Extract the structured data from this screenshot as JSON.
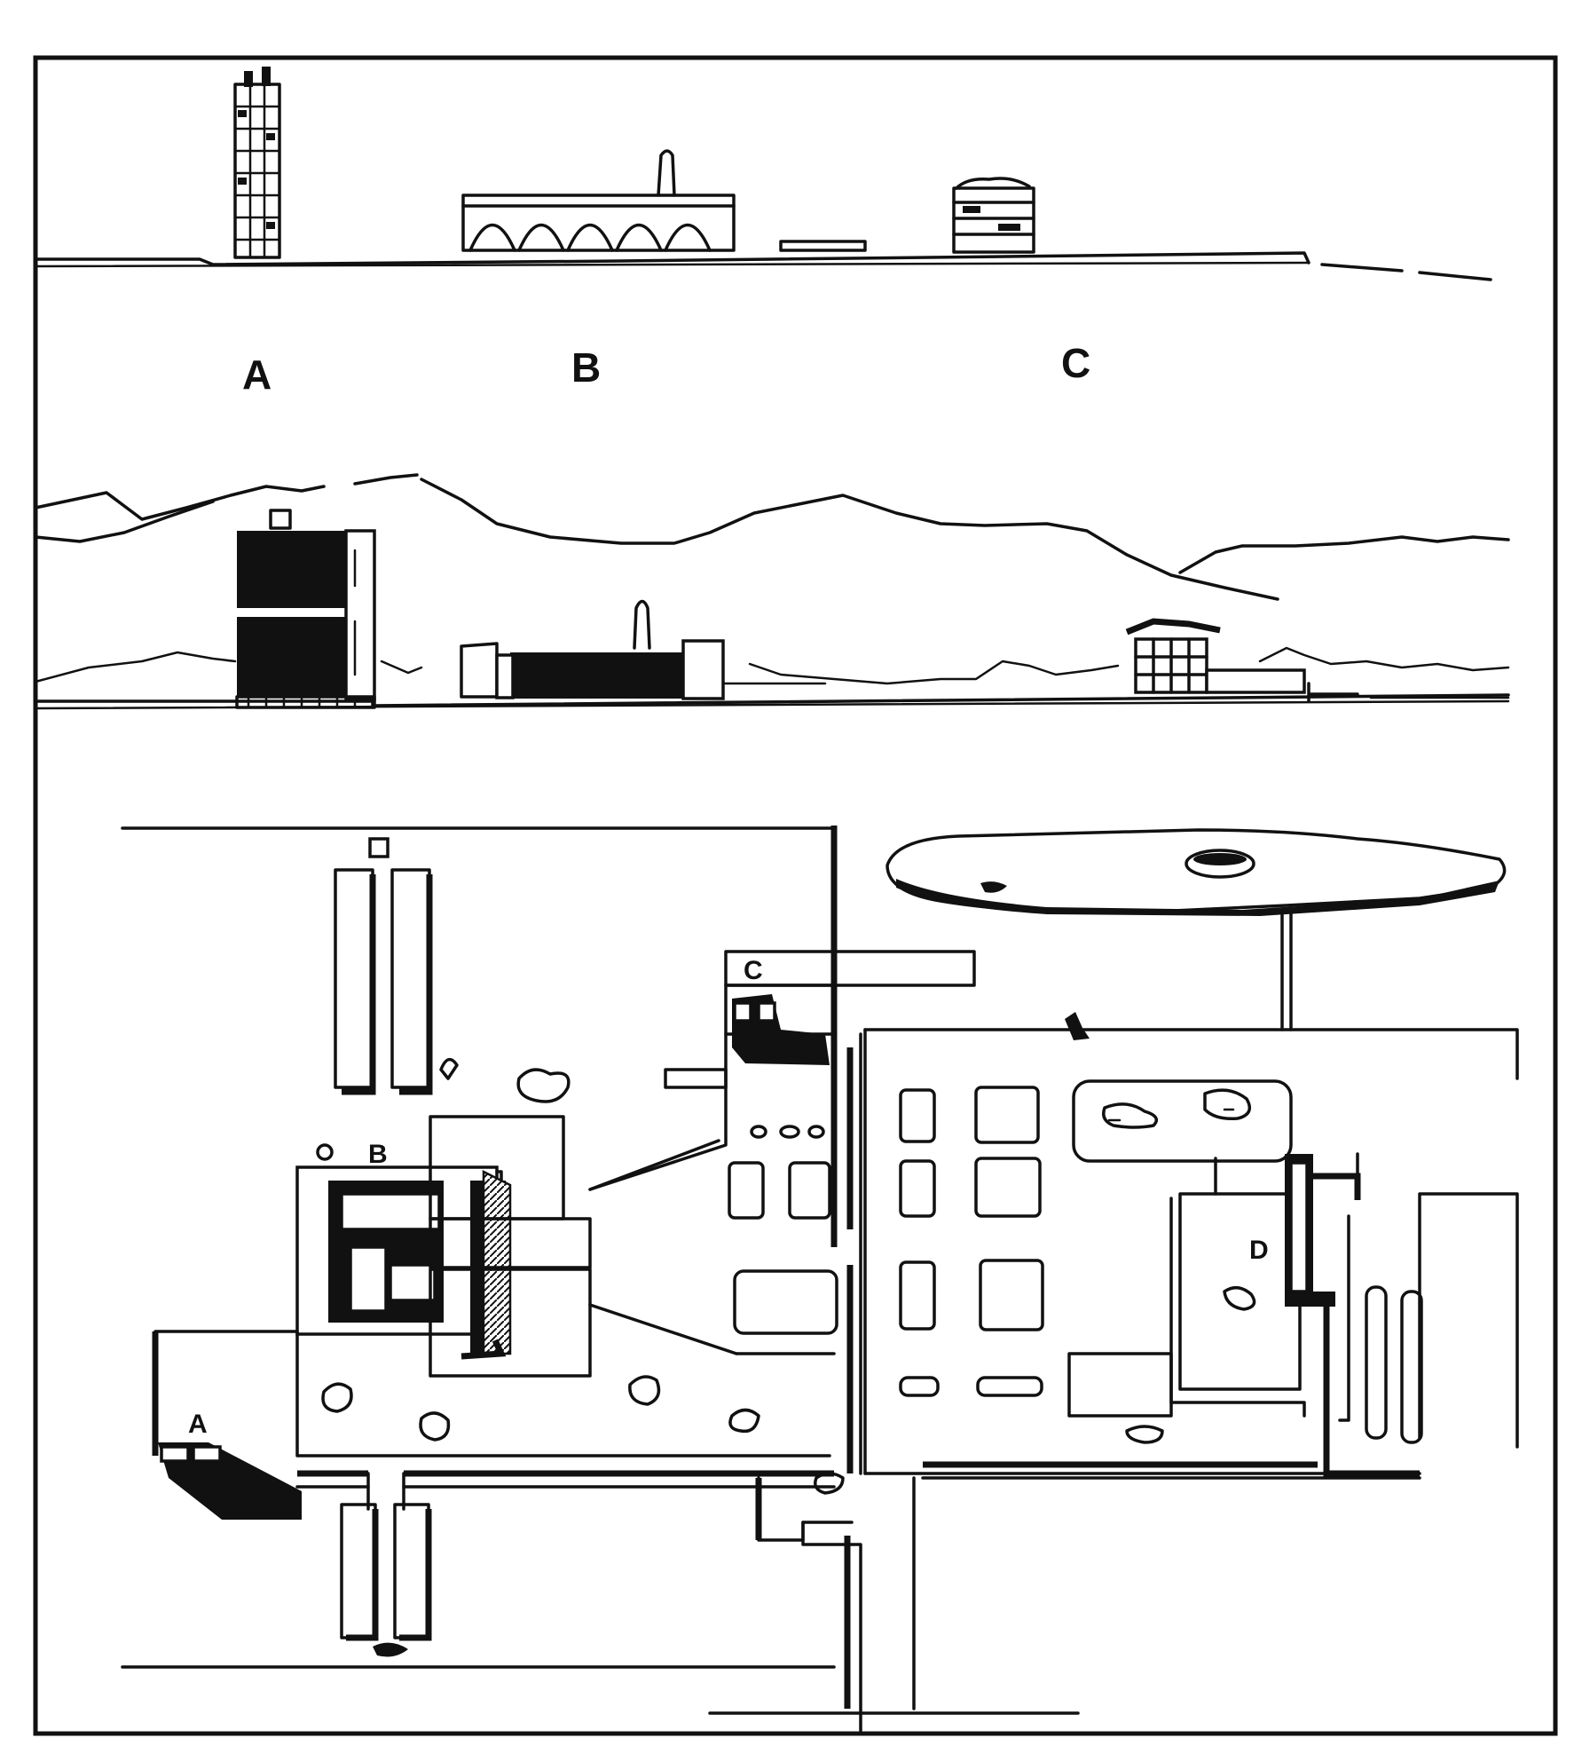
{
  "labels": {
    "section_a": "A",
    "section_b": "B",
    "section_c": "C",
    "plan_a": "A",
    "plan_b": "B",
    "plan_c": "C",
    "plan_d": "D"
  },
  "colors": {
    "ink": "#111111",
    "paper": "#ffffff"
  }
}
